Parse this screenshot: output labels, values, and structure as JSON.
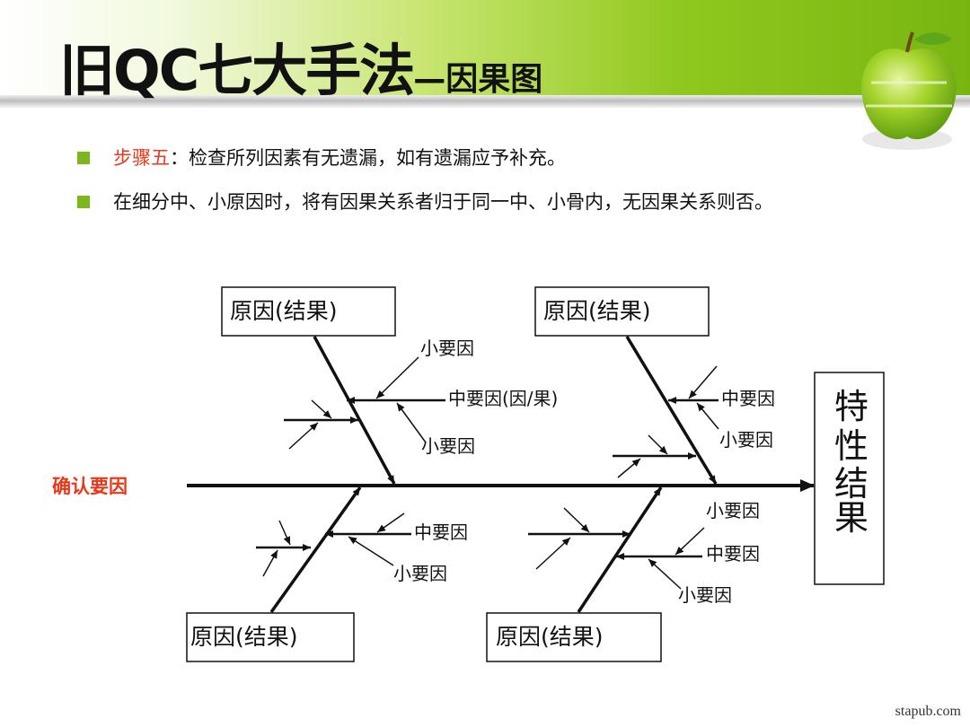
{
  "title": {
    "main": "旧QC七大手法",
    "sub": "—因果图"
  },
  "bullets": [
    {
      "highlight": "步骤五",
      "text": "：检查所列因素有无遗漏，如有遗漏应予补充。"
    },
    {
      "highlight": "",
      "text": "在细分中、小原因时，将有因果关系者归于同一中、小骨内，无因果关系则否。"
    }
  ],
  "diagram": {
    "spine_label": "确认要因",
    "effect_label": "特性结果",
    "effect_chars": [
      "特",
      "性",
      "结",
      "果"
    ],
    "cause_boxes": [
      "原因(结果)",
      "原因(结果)",
      "原因(结果)",
      "原因(结果)"
    ],
    "labels": {
      "b1_small_top": "小要因",
      "b1_mid": "中要因(因/果)",
      "b1_small_bottom": "小要因",
      "b2_mid": "中要因",
      "b2_small": "小要因",
      "b3_mid": "中要因",
      "b3_small": "小要因",
      "b4_small_top": "小要因",
      "b4_mid": "中要因",
      "b4_small_bottom": "小要因"
    }
  },
  "colors": {
    "highlight": "#e8381b",
    "bullet": "#7cb81d",
    "header_green": "#8fc81e"
  },
  "watermark": "stapub.com",
  "icons": [
    "green-apple-icon"
  ]
}
